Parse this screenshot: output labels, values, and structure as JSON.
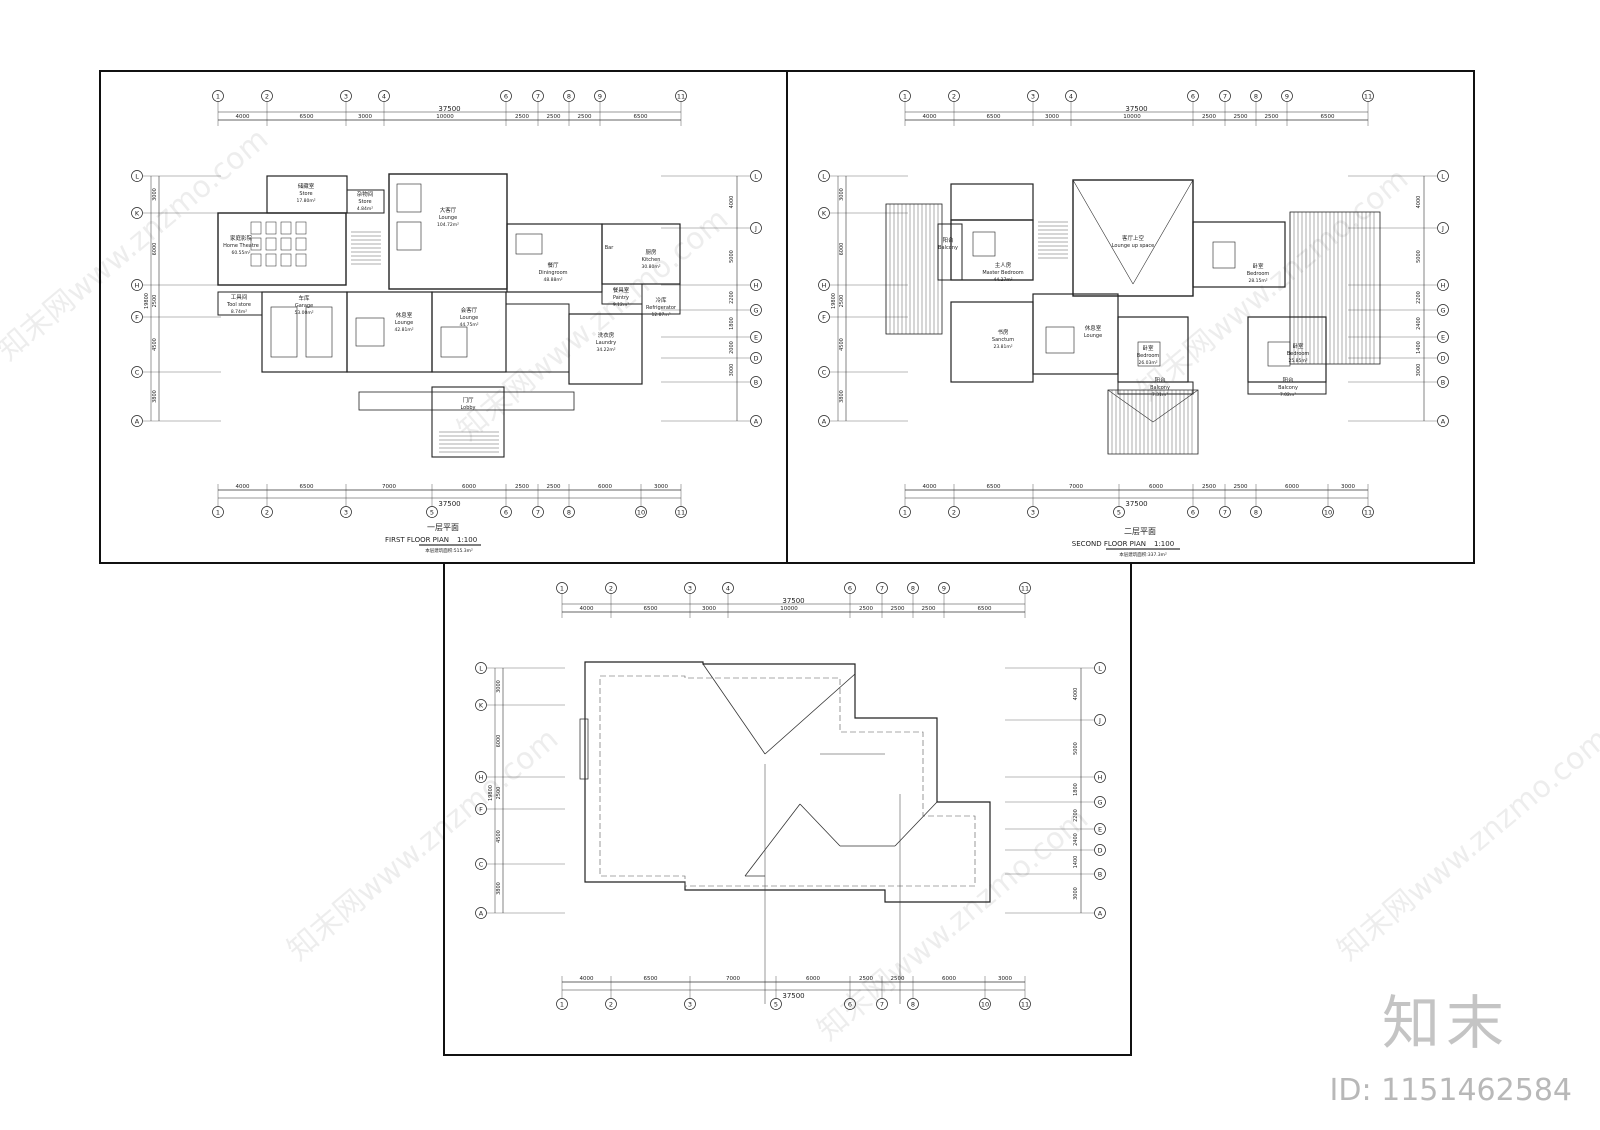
{
  "sheets": {
    "first": {
      "title_cn": "一层平面",
      "title_en": "FIRST FLOOR PIAN",
      "scale": "1:100",
      "area_note": "本层建筑面积:515.3m²",
      "total_dim": "37500",
      "top_dims": [
        "4000",
        "6500",
        "3000",
        "10000",
        "2500",
        "2500",
        "2500",
        "6500"
      ],
      "bottom_dims": [
        "4000",
        "6500",
        "7000",
        "6000",
        "2500",
        "2500",
        "6000",
        "3000"
      ],
      "top_axes": [
        "1",
        "2",
        "3",
        "4",
        "6",
        "7",
        "8",
        "9",
        "11"
      ],
      "bottom_axes": [
        "1",
        "2",
        "3",
        "5",
        "6",
        "7",
        "8",
        "10",
        "11"
      ],
      "left_axes": [
        "L",
        "K",
        "H",
        "F",
        "C",
        "A"
      ],
      "right_axes": [
        "L",
        "J",
        "H",
        "G",
        "E",
        "D",
        "B",
        "A"
      ],
      "left_dims": [
        "3000",
        "6000",
        "2500",
        "4500",
        "3800"
      ],
      "right_dims": [
        "4000",
        "5000",
        "2200",
        "1800",
        "2000",
        "3000"
      ],
      "overall_v": "19800",
      "rooms": [
        {
          "cn": "储藏室",
          "en": "Store",
          "area": "17.80m²"
        },
        {
          "cn": "杂物间",
          "en": "Store",
          "area": "4.84m²"
        },
        {
          "cn": "大客厅",
          "en": "Lounge",
          "area": "104.72m²"
        },
        {
          "cn": "家庭影院",
          "en": "Home Theatre",
          "area": "60.55m²"
        },
        {
          "cn": "餐厅",
          "en": "Diningroom",
          "area": "48.88m²"
        },
        {
          "cn": "厨房",
          "en": "Kitchen",
          "area": "30.80m²"
        },
        {
          "cn": "",
          "en": "Bar",
          "area": ""
        },
        {
          "cn": "工具间",
          "en": "Tool store",
          "area": "8.74m²"
        },
        {
          "cn": "车库",
          "en": "Garage",
          "area": "53.00m²"
        },
        {
          "cn": "休息室",
          "en": "Lounge",
          "area": "42.81m²"
        },
        {
          "cn": "会客厅",
          "en": "Lounge",
          "area": "44.75m²"
        },
        {
          "cn": "餐具室",
          "en": "Pantry",
          "area": "9.12m²"
        },
        {
          "cn": "冷库",
          "en": "Refrigerator",
          "area": "12.87m²"
        },
        {
          "cn": "洗衣房",
          "en": "Laundry",
          "area": "34.22m²"
        },
        {
          "cn": "门厅",
          "en": "Lobby",
          "area": ""
        }
      ]
    },
    "second": {
      "title_cn": "二层平面",
      "title_en": "SECOND FLOOR PIAN",
      "scale": "1:100",
      "area_note": "本层建筑面积:337.3m²",
      "total_dim": "37500",
      "top_dims": [
        "4000",
        "6500",
        "3000",
        "10000",
        "2500",
        "2500",
        "2500",
        "6500"
      ],
      "bottom_dims": [
        "4000",
        "6500",
        "7000",
        "6000",
        "2500",
        "2500",
        "6000",
        "3000"
      ],
      "top_axes": [
        "1",
        "2",
        "3",
        "4",
        "6",
        "7",
        "8",
        "9",
        "11"
      ],
      "bottom_axes": [
        "1",
        "2",
        "3",
        "5",
        "6",
        "7",
        "8",
        "10",
        "11"
      ],
      "left_axes": [
        "L",
        "K",
        "H",
        "F",
        "C",
        "A"
      ],
      "right_axes": [
        "L",
        "J",
        "H",
        "G",
        "E",
        "D",
        "B",
        "A"
      ],
      "left_dims": [
        "3000",
        "6000",
        "2500",
        "4500",
        "3800"
      ],
      "right_dims": [
        "4000",
        "5000",
        "2200",
        "2400",
        "1400",
        "3000"
      ],
      "overall_v": "19800",
      "rooms": [
        {
          "cn": "阳台",
          "en": "Balcony",
          "area": ""
        },
        {
          "cn": "主人房",
          "en": "Master Bedroom",
          "area": "44.27m²"
        },
        {
          "cn": "客厅上空",
          "en": "Lounge up space",
          "area": ""
        },
        {
          "cn": "卧室",
          "en": "Bedroom",
          "area": "28.15m²"
        },
        {
          "cn": "书房",
          "en": "Sanctum",
          "area": "23.81m²"
        },
        {
          "cn": "休息室",
          "en": "Lounge",
          "area": ""
        },
        {
          "cn": "卧室",
          "en": "Bedroom",
          "area": "26.03m²"
        },
        {
          "cn": "卧室",
          "en": "Bedroom",
          "area": "25.85m²"
        },
        {
          "cn": "阳台",
          "en": "Balcony",
          "area": "7.31m²"
        },
        {
          "cn": "阳台",
          "en": "Balcony",
          "area": "7.02m²"
        }
      ]
    },
    "roof": {
      "total_dim": "37500",
      "top_dims": [
        "4000",
        "6500",
        "3000",
        "10000",
        "2500",
        "2500",
        "2500",
        "6500"
      ],
      "bottom_dims": [
        "4000",
        "6500",
        "7000",
        "6000",
        "2500",
        "2500",
        "6000",
        "3000"
      ],
      "top_axes": [
        "1",
        "2",
        "3",
        "4",
        "6",
        "7",
        "8",
        "9",
        "11"
      ],
      "bottom_axes": [
        "1",
        "2",
        "3",
        "5",
        "6",
        "7",
        "8",
        "10",
        "11"
      ],
      "left_axes": [
        "L",
        "K",
        "H",
        "F",
        "C",
        "A"
      ],
      "right_axes": [
        "L",
        "J",
        "H",
        "G",
        "E",
        "D",
        "B",
        "A"
      ],
      "left_dims": [
        "3000",
        "6000",
        "2500",
        "4500",
        "3800"
      ],
      "right_dims": [
        "4000",
        "5000",
        "1800",
        "2200",
        "2400",
        "1400",
        "3000"
      ],
      "overall_v": "19800"
    }
  },
  "watermark": {
    "logo": "知末",
    "id": "ID: 1151462584",
    "site": "知末网www.znzmo.com"
  }
}
